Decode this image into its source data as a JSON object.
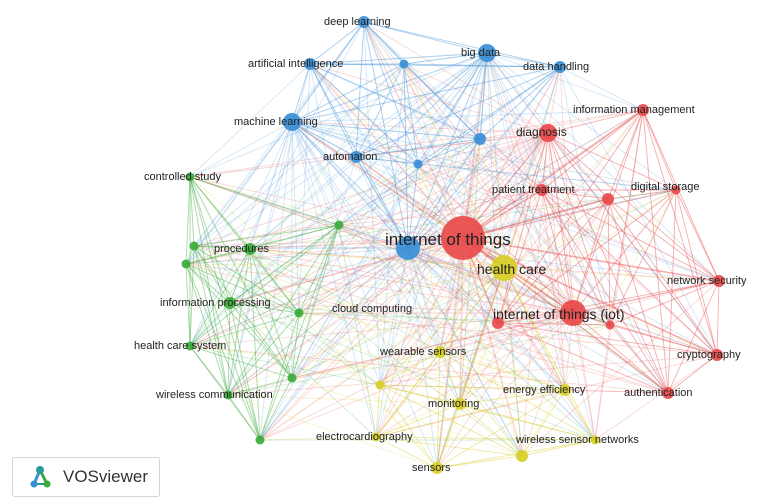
{
  "app": {
    "brand": "VOSviewer"
  },
  "clusters": {
    "red": "#e84a4a",
    "green": "#3aab3a",
    "blue": "#3a8fd6",
    "yellow": "#d8cf26"
  },
  "nodes": [
    {
      "id": "iot",
      "label": "internet of things",
      "cluster": "red",
      "weight": 10
    },
    {
      "id": "hc",
      "label": "health care",
      "cluster": "yellow",
      "weight": 5
    },
    {
      "id": "iotl",
      "label": "internet of things (iot)",
      "cluster": "red",
      "weight": 5
    },
    {
      "id": "cloud",
      "label": "cloud computing",
      "cluster": "blue",
      "weight": 4
    },
    {
      "id": "diag",
      "label": "diagnosis",
      "cluster": "red",
      "weight": 3
    },
    {
      "id": "bigdata",
      "label": "big data",
      "cluster": "blue",
      "weight": 3
    },
    {
      "id": "ml",
      "label": "machine learning",
      "cluster": "blue",
      "weight": 3
    },
    {
      "id": "ai",
      "label": "artificial intelligence",
      "cluster": "blue",
      "weight": 2
    },
    {
      "id": "dl",
      "label": "deep learning",
      "cluster": "blue",
      "weight": 2
    },
    {
      "id": "dh",
      "label": "data handling",
      "cluster": "blue",
      "weight": 2
    },
    {
      "id": "auto",
      "label": "automation",
      "cluster": "blue",
      "weight": 2
    },
    {
      "id": "im",
      "label": "information management",
      "cluster": "red",
      "weight": 2
    },
    {
      "id": "pt",
      "label": "patient treatment",
      "cluster": "red",
      "weight": 2
    },
    {
      "id": "ds",
      "label": "digital storage",
      "cluster": "red",
      "weight": 2
    },
    {
      "id": "ns",
      "label": "network security",
      "cluster": "red",
      "weight": 2
    },
    {
      "id": "crypto",
      "label": "cryptography",
      "cluster": "red",
      "weight": 2
    },
    {
      "id": "auth",
      "label": "authentication",
      "cluster": "red",
      "weight": 2
    },
    {
      "id": "cs",
      "label": "controlled study",
      "cluster": "green",
      "weight": 1
    },
    {
      "id": "proc",
      "label": "procedures",
      "cluster": "green",
      "weight": 2
    },
    {
      "id": "ip",
      "label": "information processing",
      "cluster": "green",
      "weight": 2
    },
    {
      "id": "hcs",
      "label": "health care system",
      "cluster": "green",
      "weight": 1
    },
    {
      "id": "wc",
      "label": "wireless communication",
      "cluster": "green",
      "weight": 1
    },
    {
      "id": "ws",
      "label": "wearable sensors",
      "cluster": "yellow",
      "weight": 2
    },
    {
      "id": "mon",
      "label": "monitoring",
      "cluster": "yellow",
      "weight": 2
    },
    {
      "id": "ee",
      "label": "energy efficiency",
      "cluster": "yellow",
      "weight": 2
    },
    {
      "id": "ecg",
      "label": "electrocardiography",
      "cluster": "yellow",
      "weight": 1
    },
    {
      "id": "wsn",
      "label": "wireless sensor networks",
      "cluster": "yellow",
      "weight": 2
    },
    {
      "id": "sens",
      "label": "sensors",
      "cluster": "yellow",
      "weight": 2
    },
    {
      "id": "b1",
      "label": "",
      "cluster": "blue",
      "weight": 1
    },
    {
      "id": "b2",
      "label": "",
      "cluster": "blue",
      "weight": 2
    },
    {
      "id": "b3",
      "label": "",
      "cluster": "blue",
      "weight": 1
    },
    {
      "id": "g1",
      "label": "",
      "cluster": "green",
      "weight": 1
    },
    {
      "id": "g2",
      "label": "",
      "cluster": "green",
      "weight": 1
    },
    {
      "id": "g3",
      "label": "",
      "cluster": "green",
      "weight": 1
    },
    {
      "id": "g4",
      "label": "",
      "cluster": "green",
      "weight": 1
    },
    {
      "id": "g5",
      "label": "",
      "cluster": "green",
      "weight": 1
    },
    {
      "id": "g6",
      "label": "",
      "cluster": "green",
      "weight": 1
    },
    {
      "id": "r1",
      "label": "",
      "cluster": "red",
      "weight": 2
    },
    {
      "id": "r2",
      "label": "",
      "cluster": "red",
      "weight": 1
    },
    {
      "id": "r3",
      "label": "",
      "cluster": "red",
      "weight": 1
    },
    {
      "id": "y1",
      "label": "",
      "cluster": "yellow",
      "weight": 1
    },
    {
      "id": "y2",
      "label": "",
      "cluster": "yellow",
      "weight": 1
    }
  ]
}
